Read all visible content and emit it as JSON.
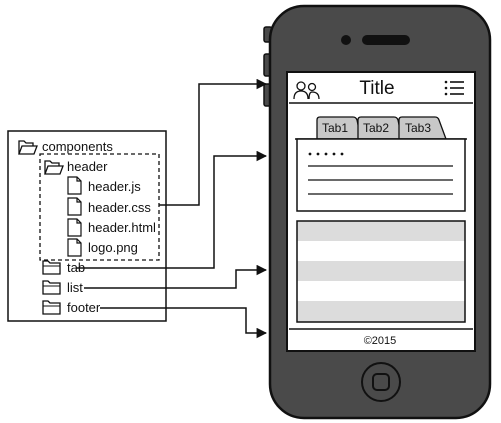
{
  "tree": {
    "root": {
      "label": "components",
      "icon": "folder-open-icon"
    },
    "header_folder": {
      "label": "header",
      "icon": "folder-open-icon"
    },
    "header_files": [
      {
        "label": "header.js",
        "icon": "file-icon"
      },
      {
        "label": "header.css",
        "icon": "file-icon"
      },
      {
        "label": "header.html",
        "icon": "file-icon"
      },
      {
        "label": "logo.png",
        "icon": "file-icon"
      }
    ],
    "other_folders": [
      {
        "label": "tab",
        "icon": "folder-icon"
      },
      {
        "label": "list",
        "icon": "folder-icon"
      },
      {
        "label": "footer",
        "icon": "folder-icon"
      }
    ]
  },
  "phone": {
    "title": "Title",
    "left_icon": "users-icon",
    "right_icon": "list-menu-icon",
    "tabs": [
      "Tab1",
      "Tab2",
      "Tab3"
    ],
    "footer": "©2015"
  },
  "colors": {
    "phone_body": "#4a4a4a",
    "screen_bg": "#ffffff",
    "tab_fill": "#c8c8c8",
    "list_stripe": "#dcdcdc",
    "ink": "#111111"
  }
}
